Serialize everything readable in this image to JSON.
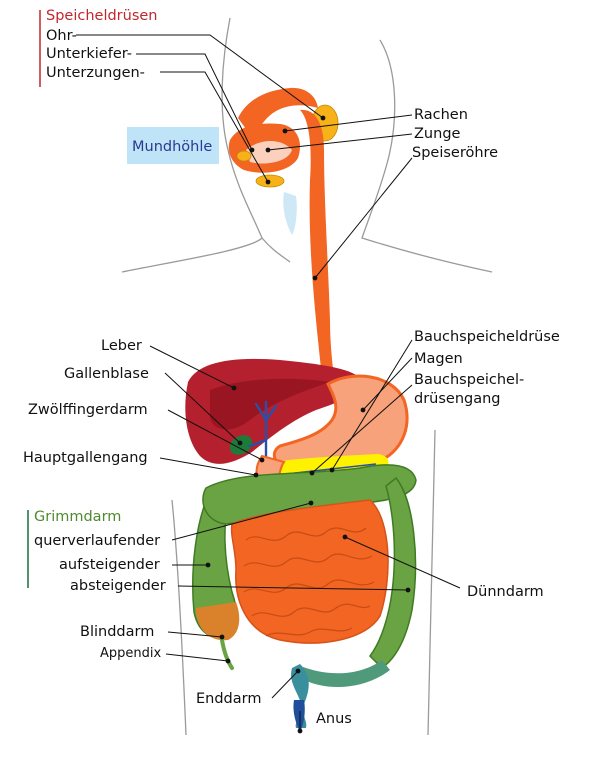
{
  "colors": {
    "salivary_group": "#c1272d",
    "colon_group": "#4f8a2e",
    "mouth_box": "#bfe4f7",
    "mouth_text": "#2b3990",
    "esophagus": "#f26522",
    "liver": "#b5202e",
    "gallbladder": "#1e7a3a",
    "bile_duct": "#2b4fa8",
    "stomach": "#f7a27a",
    "pancreas": "#fff200",
    "small_intestine": "#f26522",
    "colon": "#6aa343",
    "rectum": "#3a8f9c",
    "anus": "#1f4e9a",
    "gland": "#f7b21a"
  },
  "groups": {
    "salivary": "Speicheldrüsen",
    "colon": "Grimmdarm"
  },
  "labels": {
    "ohr": "Ohr-",
    "unterkiefer": "Unterkiefer-",
    "unterzungen": "Unterzungen-",
    "mundhoehle": "Mundhöhle",
    "rachen": "Rachen",
    "zunge": "Zunge",
    "speiseroehre": "Speiseröhre",
    "leber": "Leber",
    "gallenblase": "Gallenblase",
    "zwoelffingerdarm": "Zwölffingerdarm",
    "hauptgallengang": "Hauptgallengang",
    "bauchspeicheldruese": "Bauchspeicheldrüse",
    "magen": "Magen",
    "bauchspeichel_1": "Bauchspeichel-",
    "bauchspeichel_2": "drüsengang",
    "querverlaufender": "querverlaufender",
    "aufsteigender": "aufsteigender",
    "absteigender": "absteigender",
    "duenndarm": "Dünndarm",
    "blinddarm": "Blinddarm",
    "appendix": "Appendix",
    "enddarm": "Enddarm",
    "anus": "Anus"
  }
}
